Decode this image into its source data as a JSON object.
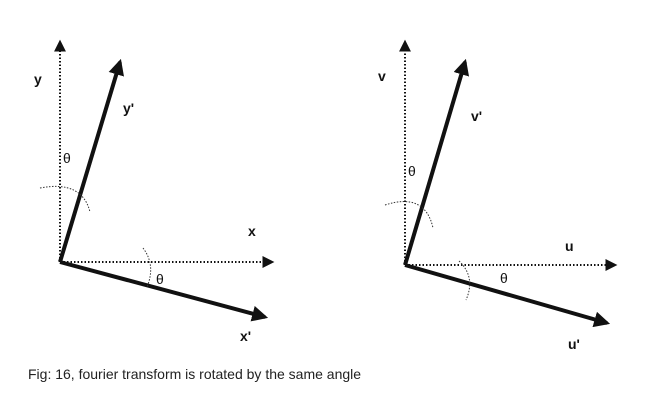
{
  "left_diagram": {
    "fixed_vertical_label": "y",
    "fixed_horizontal_label": "x",
    "rotated_vertical_label": "y'",
    "rotated_horizontal_label": "x'",
    "angle_label_upper": "θ",
    "angle_label_lower": "θ"
  },
  "right_diagram": {
    "fixed_vertical_label": "v",
    "fixed_horizontal_label": "u",
    "rotated_vertical_label": "v'",
    "rotated_horizontal_label": "u'",
    "angle_label_upper": "θ",
    "angle_label_lower": "θ"
  },
  "caption": "Fig: 16, fourier transform is rotated by the same angle",
  "colors": {
    "axes": "#111111",
    "background": "#ffffff"
  }
}
